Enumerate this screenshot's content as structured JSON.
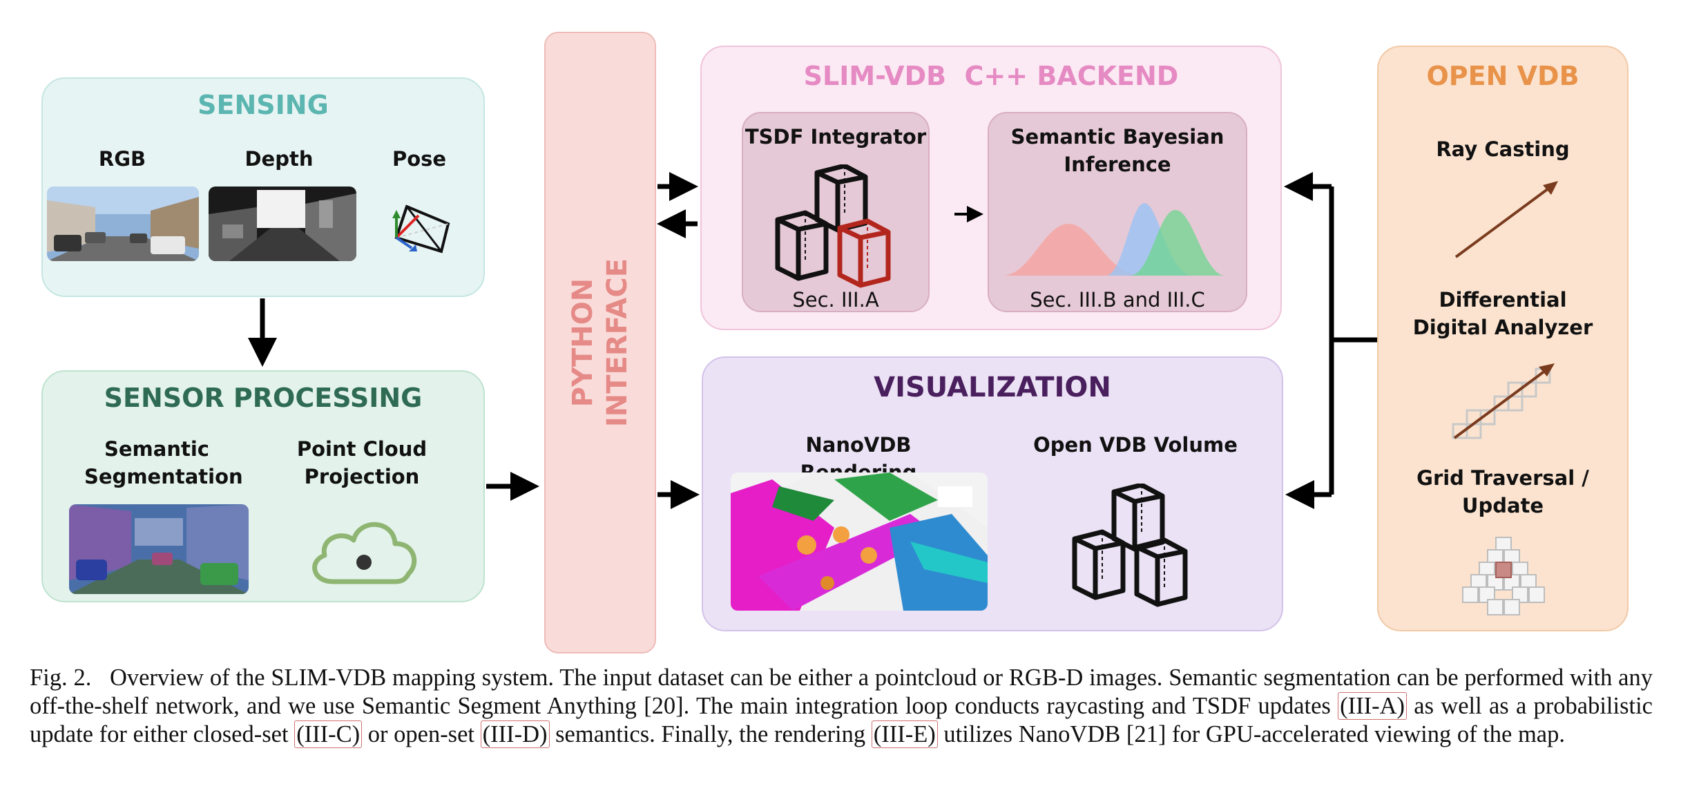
{
  "sensing": {
    "title": "SENSING",
    "rgb_label": "RGB",
    "depth_label": "Depth",
    "pose_label": "Pose"
  },
  "sensor_processing": {
    "title": "SENSOR PROCESSING",
    "semantic_label": "Semantic Segmentation",
    "pointcloud_label": "Point Cloud Projection"
  },
  "python_interface": {
    "label_line1": "PYTHON",
    "label_line2": "INTERFACE"
  },
  "backend": {
    "title": "SLIM-VDB  C++ BACKEND",
    "tsdf_title": "TSDF Integrator",
    "tsdf_section": "Sec. III.A",
    "bayes_title": "Semantic Bayesian Inference",
    "bayes_section": "Sec. III.B and III.C"
  },
  "visualization": {
    "title": "VISUALIZATION",
    "nanovdb_label": "NanoVDB Rendering",
    "volume_label": "Open VDB Volume"
  },
  "openvdb": {
    "title": "OPEN VDB",
    "raycast_label": "Ray Casting",
    "dda_label": "Differential Digital Analyzer",
    "traversal_label": "Grid Traversal / Update"
  },
  "caption": {
    "fig_label": "Fig. 2.",
    "text_1": "Overview of the SLIM-VDB mapping system. The input dataset can be either a pointcloud or RGB-D images. Semantic segmentation can be performed with any off-the-shelf network, and we use Semantic Segment Anything [20]. The main integration loop conducts raycasting and TSDF updates ",
    "ref_1": "(III-A)",
    "text_2": " as well as a probabilistic update for either closed-set ",
    "ref_2": "(III-C)",
    "text_3": " or open-set ",
    "ref_3": "(III-D)",
    "text_4": " semantics. Finally, the rendering ",
    "ref_4": "(III-E)",
    "text_5": " utilizes NanoVDB [21] for GPU-accelerated viewing of the map."
  },
  "colors": {
    "sensing_bg": "#e6f4f3",
    "sensing_title": "#5bb5b0",
    "processing_bg": "#e3f3ec",
    "processing_title": "#2e6b52",
    "python_bg": "#f9dcda",
    "python_text": "#e58a86",
    "backend_bg": "#fbe9f3",
    "backend_title": "#e58ac3",
    "inner_box_bg": "#e6c9d6",
    "visualization_bg": "#ebe2f5",
    "visualization_title": "#4a1f5e",
    "openvdb_bg": "#fbe3cf",
    "openvdb_title": "#e8924a",
    "ray_arrow": "#7a3b1e",
    "tsdf_red_cube": "#b3261e",
    "cloud_green": "#8fb573"
  }
}
